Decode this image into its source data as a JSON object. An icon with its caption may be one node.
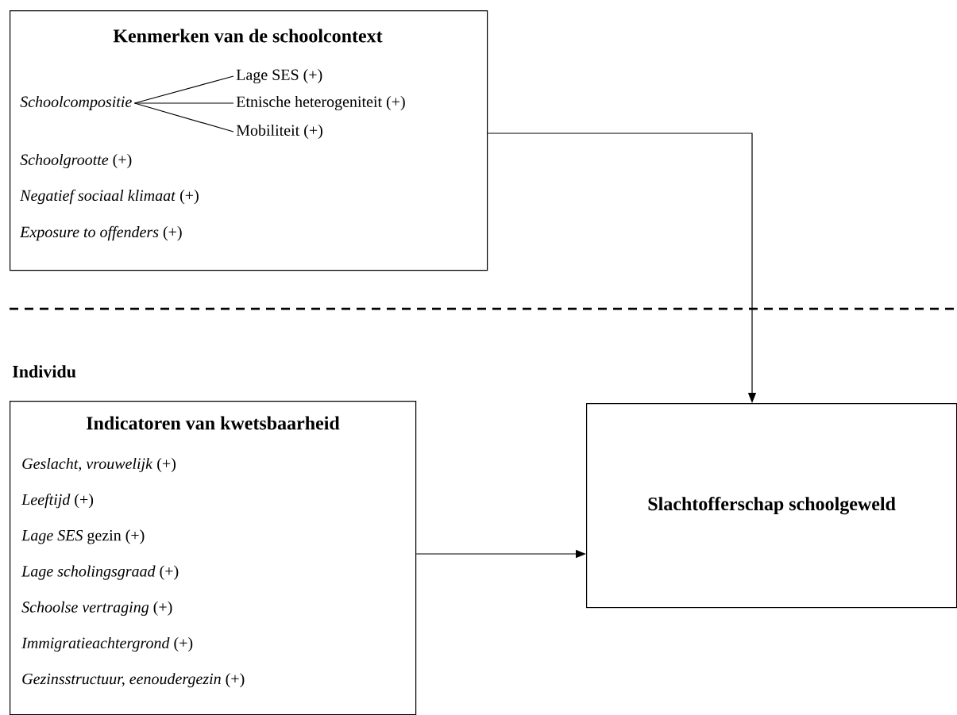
{
  "diagram": {
    "nodes": [
      {
        "text": [
          "Kenmerken van de schoolcontext",
          "*Schoolgrootte* (+)",
          "*Negatief sociaal klimaat* (+)",
          "*Exposure to offenders* (+)"
        ]
      },
      {
        "text": [
          "Schoolcompositie"
        ],
        "in": 0
      },
      {
        "text": [
          "Lage SES (+)"
        ],
        "in": 0
      },
      {
        "text": [
          "Etnische heterogeniteit (+)"
        ],
        "in": 0
      },
      {
        "text": [
          "Mobiliteit (+)"
        ],
        "in": 0
      },
      {
        "text": [
          "Indicatoren van kwetsbaarheid",
          "*Geslacht, vrouwelijk* (+)",
          "*Leeftijd* (+)",
          "*Lage SES* gezin (+)",
          "*Lage scholingsgraad* (+)",
          "*Schoolse vertraging* (+)",
          "*Immigratieachtergrond* (+)",
          "*Gezinsstructuur, eenoudergezin* (+)"
        ]
      },
      {
        "text": [
          "Slachtofferschap schoolgeweld"
        ]
      }
    ],
    "edges": [
      {
        "from": 1,
        "to": 2,
        "arrow": "none"
      },
      {
        "from": 1,
        "to": 3,
        "arrow": "none"
      },
      {
        "from": 1,
        "to": 4,
        "arrow": "none"
      },
      {
        "from": 0,
        "to": 6,
        "arrow": "to"
      },
      {
        "from": 5,
        "to": 6,
        "arrow": "to"
      }
    ],
    "labels": [
      "Individu"
    ]
  }
}
